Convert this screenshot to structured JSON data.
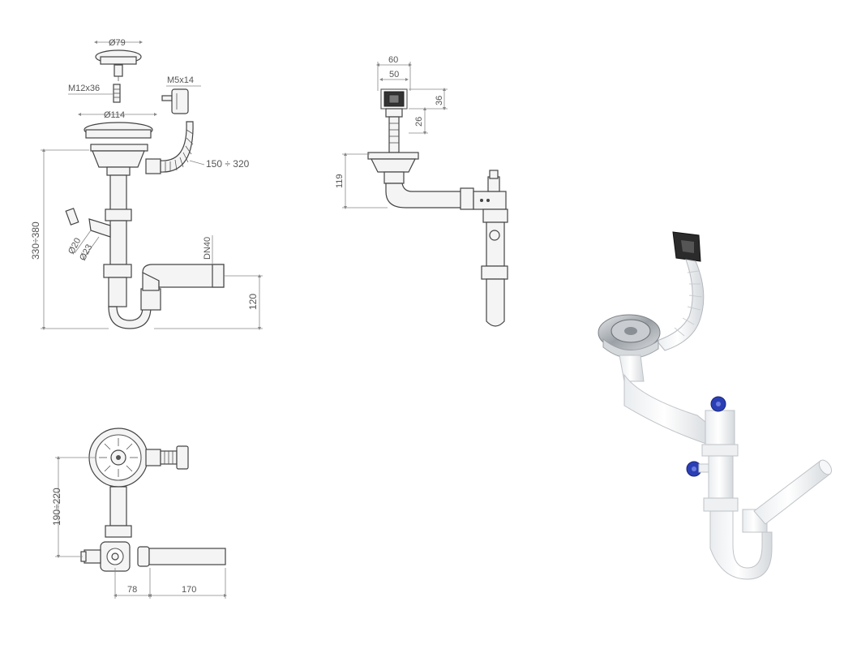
{
  "front_view": {
    "strainer_diameter": "Ø79",
    "screw_thread": "M12x36",
    "overflow_screw": "M5x14",
    "flange_diameter": "Ø114",
    "overflow_hose_length": "150 ÷ 320",
    "total_height": "330÷380",
    "side_inlet_inner": "Ø20",
    "side_inlet_outer": "Ø23",
    "outlet_size": "DN40",
    "outlet_height": "120"
  },
  "side_view": {
    "overflow_outer_width": "60",
    "overflow_inner_width": "50",
    "overflow_height": "36",
    "overflow_depth": "26",
    "waste_height": "119"
  },
  "top_view": {
    "depth_range": "190÷220",
    "inlet_offset": "78",
    "outlet_length": "170"
  },
  "colors": {
    "line": "#444444",
    "dimension": "#888888",
    "pipe_white": "#f4f4f4",
    "overflow_dark": "#333333",
    "inlet_blue": "#2b3fb5",
    "steel": "#b9bcc0"
  }
}
